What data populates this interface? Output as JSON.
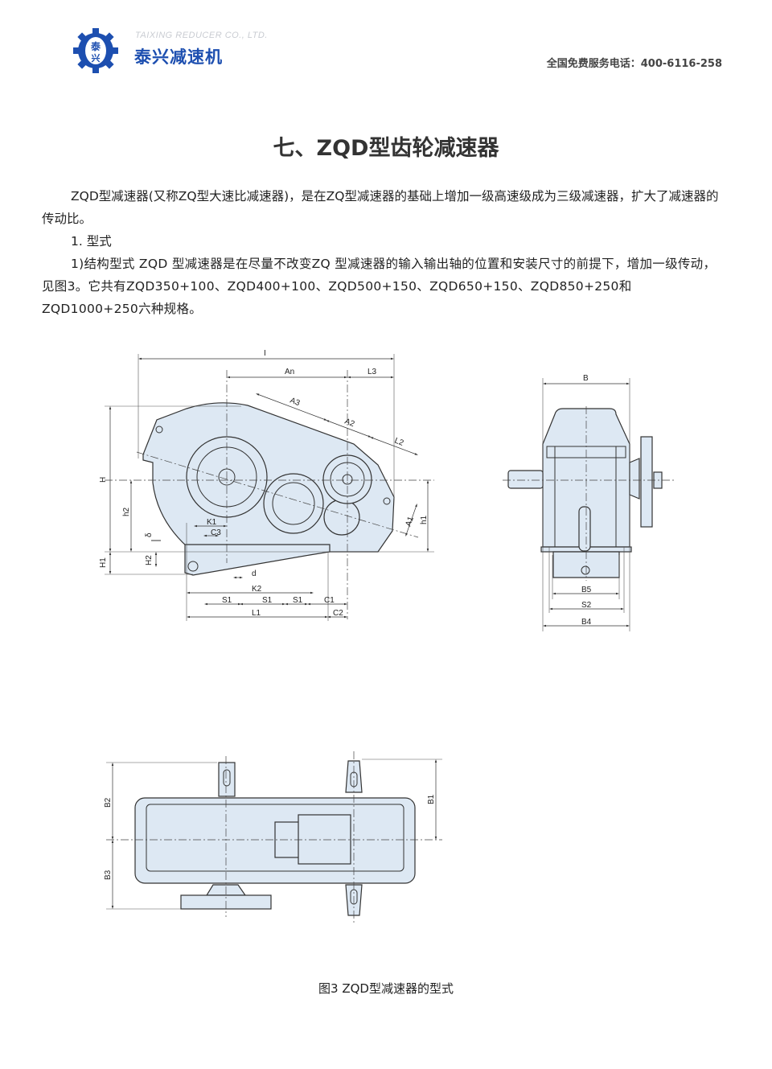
{
  "header": {
    "company_en": "TAIXING REDUCER CO., LTD.",
    "company_cn": "泰兴减速机",
    "logo_char": "泰兴",
    "hotline": "全国免费服务电话：400-6116-258"
  },
  "title": "七、ZQD型齿轮减速器",
  "paragraphs": [
    "ZQD型减速器(又称ZQ型大速比减速器)，是在ZQ型减速器的基础上增加一级高速级成为三级减速器，扩大了减速器的传动比。",
    "1. 型式",
    "1)结构型式 ZQD 型减速器是在尽量不改变ZQ 型减速器的输入输出轴的位置和安装尺寸的前提下，增加一级传动，见图3。它共有ZQD350+100、ZQD400+100、ZQD500+150、ZQD650+150、ZQD850+250和ZQD1000+250六种规格。"
  ],
  "figure": {
    "caption": "图3  ZQD型减速器的型式",
    "side_view": {
      "I": "I",
      "An": "An",
      "L3": "L3",
      "A3": "A3",
      "A2": "A2",
      "L2": "L2",
      "A1": "A1",
      "H": "H",
      "h2": "h2",
      "h1": "h1",
      "H1": "H1",
      "H2": "H2",
      "delta": "δ",
      "K1": "K1",
      "C3": "C3",
      "d": "d",
      "K2": "K2",
      "S1": "S1",
      "C1": "C1",
      "L1": "L1",
      "C2": "C2"
    },
    "front_view": {
      "B": "B",
      "B5": "B5",
      "S2": "S2",
      "B4": "B4"
    },
    "top_view": {
      "B1": "B1",
      "B2": "B2",
      "B3": "B3"
    }
  },
  "colors": {
    "brand": "#1d4fb0",
    "fill": "#dde8f3"
  }
}
